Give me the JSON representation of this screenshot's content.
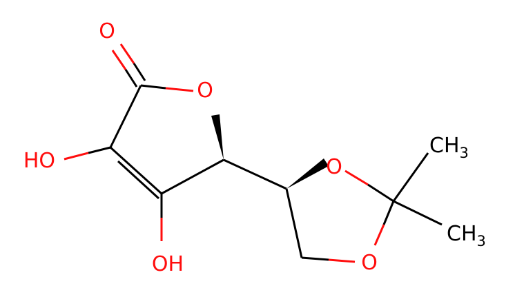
{
  "colors": {
    "carbon": "#000000",
    "oxygen": "#ff0d0d",
    "background": "#ffffff"
  },
  "atoms": {
    "carbonyl_o": "O",
    "ring_o": "O",
    "oh_left": {
      "main": "HO",
      "symbol": "O",
      "h": "H"
    },
    "oh_bottom": {
      "main": "OH",
      "symbol": "O",
      "h": "H"
    },
    "dioxolane_o_upper": "O",
    "dioxolane_o_lower": "O",
    "methyl_upper": {
      "main": "CH",
      "sub": "3"
    },
    "methyl_lower": {
      "main": "CH",
      "sub": "3"
    }
  }
}
